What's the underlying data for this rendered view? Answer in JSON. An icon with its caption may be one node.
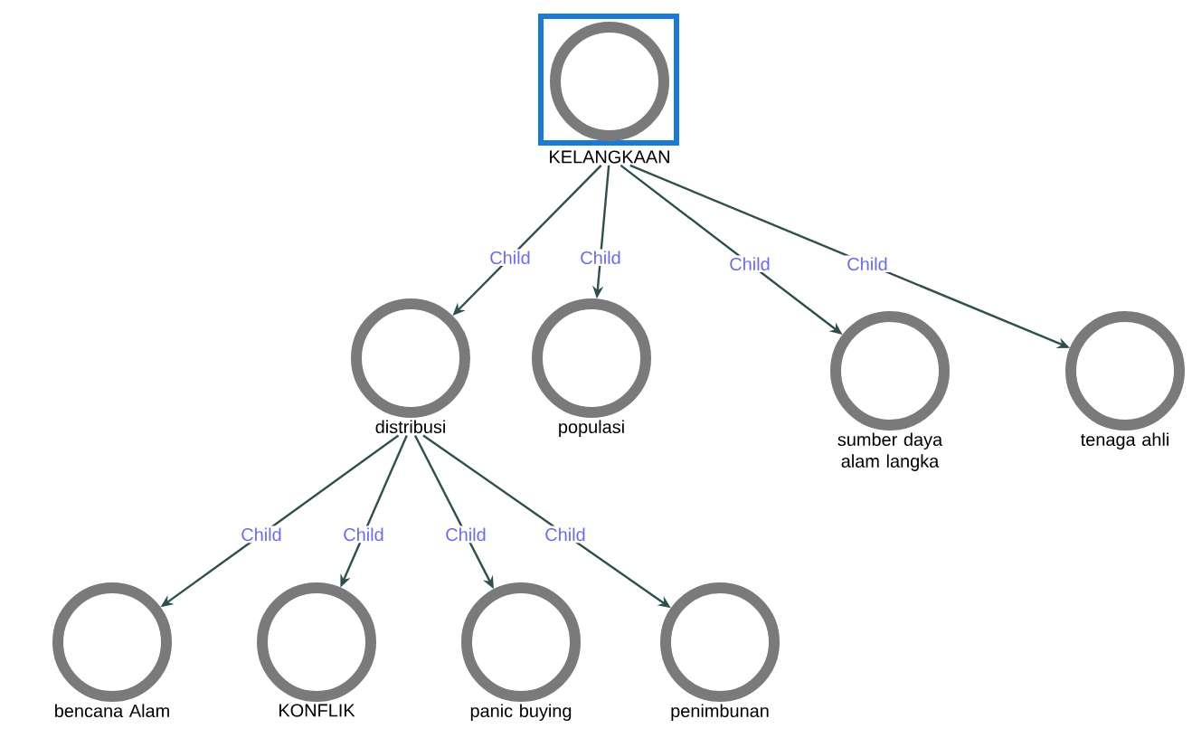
{
  "diagram": {
    "nodes": [
      {
        "text": [
          "KELANGKAAN"
        ]
      },
      {
        "text": [
          "distribusi"
        ]
      },
      {
        "text": [
          "populasi"
        ]
      },
      {
        "text": [
          "sumber daya alam langka"
        ]
      },
      {
        "text": [
          "tenaga ahli"
        ]
      },
      {
        "text": [
          "bencana Alam"
        ]
      },
      {
        "text": [
          "KONFLIK"
        ]
      },
      {
        "text": [
          "panic buying"
        ]
      },
      {
        "text": [
          "penimbunan"
        ]
      }
    ],
    "edges": [
      {
        "from": 0,
        "to": 1,
        "arrow": "to",
        "label": "Child"
      },
      {
        "from": 0,
        "to": 2,
        "arrow": "to",
        "label": "Child"
      },
      {
        "from": 0,
        "to": 3,
        "arrow": "to",
        "label": "Child"
      },
      {
        "from": 0,
        "to": 4,
        "arrow": "to",
        "label": "Child"
      },
      {
        "from": 1,
        "to": 5,
        "arrow": "to",
        "label": "Child"
      },
      {
        "from": 1,
        "to": 6,
        "arrow": "to",
        "label": "Child"
      },
      {
        "from": 1,
        "to": 7,
        "arrow": "to",
        "label": "Child"
      },
      {
        "from": 1,
        "to": 8,
        "arrow": "to",
        "label": "Child"
      }
    ]
  }
}
